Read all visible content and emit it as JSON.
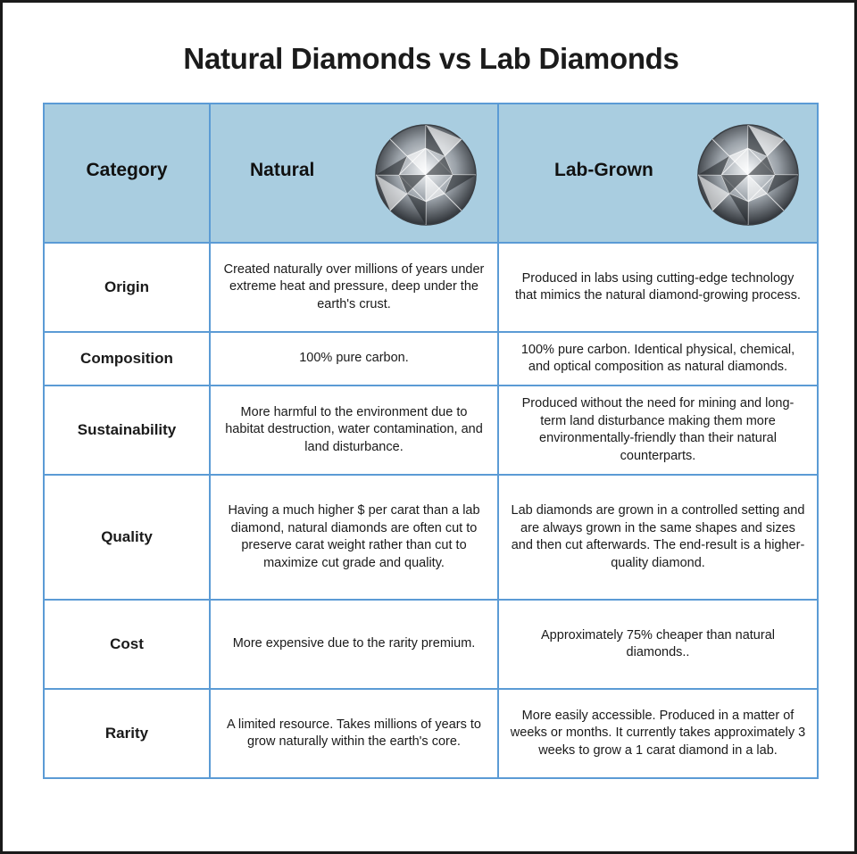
{
  "title": "Natural Diamonds vs Lab Diamonds",
  "header": {
    "category": "Category",
    "natural": "Natural",
    "lab": "Lab-Grown"
  },
  "rows": [
    {
      "category": "Origin",
      "natural": "Created naturally over millions of years under extreme heat and pressure, deep under the earth's crust.",
      "lab": "Produced in labs using cutting-edge technology that mimics the natural diamond-growing process."
    },
    {
      "category": "Composition",
      "natural": "100% pure carbon.",
      "lab": "100% pure carbon. Identical physical, chemical, and optical composition as natural diamonds."
    },
    {
      "category": "Sustainability",
      "natural": "More harmful to the environment due to habitat destruction, water contamination, and land disturbance.",
      "lab": "Produced without the need for mining and long-term land disturbance making them more environmentally-friendly than their natural counterparts."
    },
    {
      "category": "Quality",
      "natural": "Having a much higher $ per carat than a lab diamond, natural diamonds are often cut to preserve carat weight rather than cut to maximize cut grade and quality.",
      "lab": "Lab diamonds are grown in a controlled setting and are always grown in the same shapes and sizes and then cut afterwards. The end-result is a higher-quality diamond."
    },
    {
      "category": "Cost",
      "natural": "More expensive due to the rarity premium.",
      "lab": "Approximately 75% cheaper than natural diamonds.."
    },
    {
      "category": "Rarity",
      "natural": "A limited resource. Takes millions of years to grow naturally within the earth's core.",
      "lab": "More easily accessible. Produced in a matter of weeks or months. It currently takes approximately 3 weeks to grow a 1 carat diamond in a lab."
    }
  ],
  "colors": {
    "header_bg": "#a9cde0",
    "border": "#5b9bd5",
    "text": "#1a1a1a"
  }
}
